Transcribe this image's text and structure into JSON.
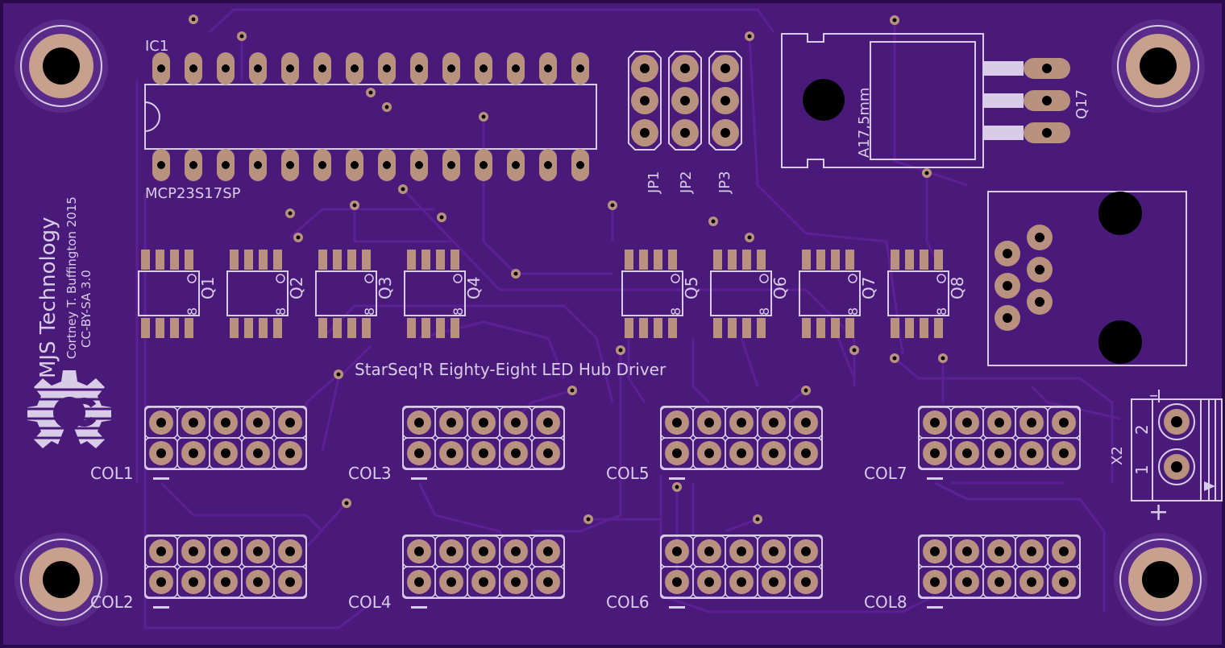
{
  "board": {
    "title": "StarSeq'R Eighty-Eight LED Hub Driver",
    "brand": "MJS Technology",
    "author": "Cortney T. Buffington 2015",
    "license": "CC-BY-SA 3.0",
    "colors": {
      "board": "#4a1a7a",
      "board_edge": "#2a0a4a",
      "silk": "#d9cce8",
      "copper": "#b9927f",
      "trace": "#5c2094",
      "hole": "#000000"
    }
  },
  "ic": {
    "ref": "IC1",
    "part": "MCP23S17SP"
  },
  "jumpers": [
    "JP1",
    "JP2",
    "JP3"
  ],
  "regulator": {
    "ref": "Q17",
    "label": "A17,5mm"
  },
  "mosfets": [
    {
      "ref": "Q1",
      "pin_mark": "8"
    },
    {
      "ref": "Q2",
      "pin_mark": "8"
    },
    {
      "ref": "Q3",
      "pin_mark": "8"
    },
    {
      "ref": "Q4",
      "pin_mark": "8"
    },
    {
      "ref": "Q5",
      "pin_mark": "8"
    },
    {
      "ref": "Q6",
      "pin_mark": "8"
    },
    {
      "ref": "Q7",
      "pin_mark": "8"
    },
    {
      "ref": "Q8",
      "pin_mark": "8"
    }
  ],
  "headers": [
    {
      "label": "COL1"
    },
    {
      "label": "COL2"
    },
    {
      "label": "COL3"
    },
    {
      "label": "COL4"
    },
    {
      "label": "COL5"
    },
    {
      "label": "COL6"
    },
    {
      "label": "COL7"
    },
    {
      "label": "COL8"
    }
  ],
  "terminal": {
    "ref": "X2",
    "pin1": "1",
    "pin2": "2",
    "minus": "–",
    "plus": "+"
  },
  "logo": {
    "icon": "open-hardware-gear-icon"
  }
}
